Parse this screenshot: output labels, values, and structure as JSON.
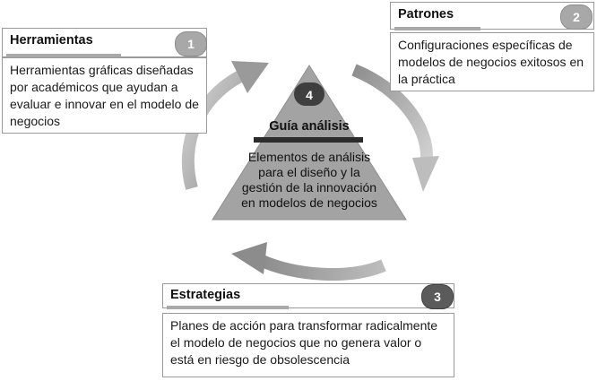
{
  "center": {
    "badge": "4",
    "title": "Guía análisis",
    "description": "Elementos de análisis para el diseño y la gestión de la innovación en modelos de negocios"
  },
  "cards": {
    "herramientas": {
      "title": "Herramientas",
      "badge": "1",
      "body": "Herramientas gráficas diseñadas por académicos que ayudan a evaluar e innovar en el modelo de negocios"
    },
    "patrones": {
      "title": "Patrones",
      "badge": "2",
      "body": "Configuraciones específicas de modelos de negocios exitosos en la práctica"
    },
    "estrategias": {
      "title": "Estrategias",
      "badge": "3",
      "body": "Planes de acción para transformar radicalmente el modelo de negocios que no genera valor o está en riesgo de obsolescencia"
    }
  },
  "colors": {
    "triangle": "#a3a3a3",
    "arrow_light": "#c8c8c8",
    "arrow_dark": "#8e8e8e",
    "badge_light": "#a8a8a8",
    "badge_dark": "#5b5b5b"
  }
}
